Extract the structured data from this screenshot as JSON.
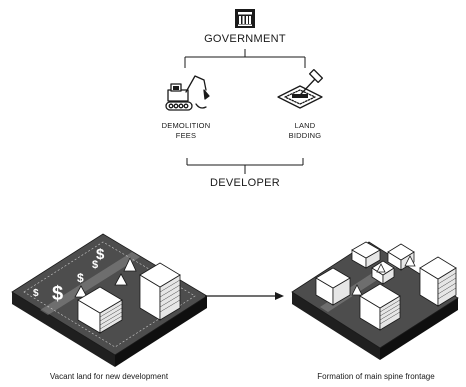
{
  "labels": {
    "government": "GOVERNMENT",
    "demolition_line1": "DEMOLITION",
    "demolition_line2": "FEES",
    "land_line1": "LAND",
    "land_line2": "BIDDING",
    "developer": "DEVELOPER",
    "caption_left": "Vacant land for new development",
    "caption_right": "Formation of main spine frontage"
  },
  "icons": [
    "government-building-icon",
    "excavator-icon",
    "land-bidding-gavel-icon",
    "dollar-sign-icon",
    "arrow-right-icon"
  ],
  "colors": {
    "ink": "#1a1a1a",
    "ground_top": "#4d4d4d",
    "ground_side": "#1f1f1f",
    "building_face": "#ffffff"
  }
}
